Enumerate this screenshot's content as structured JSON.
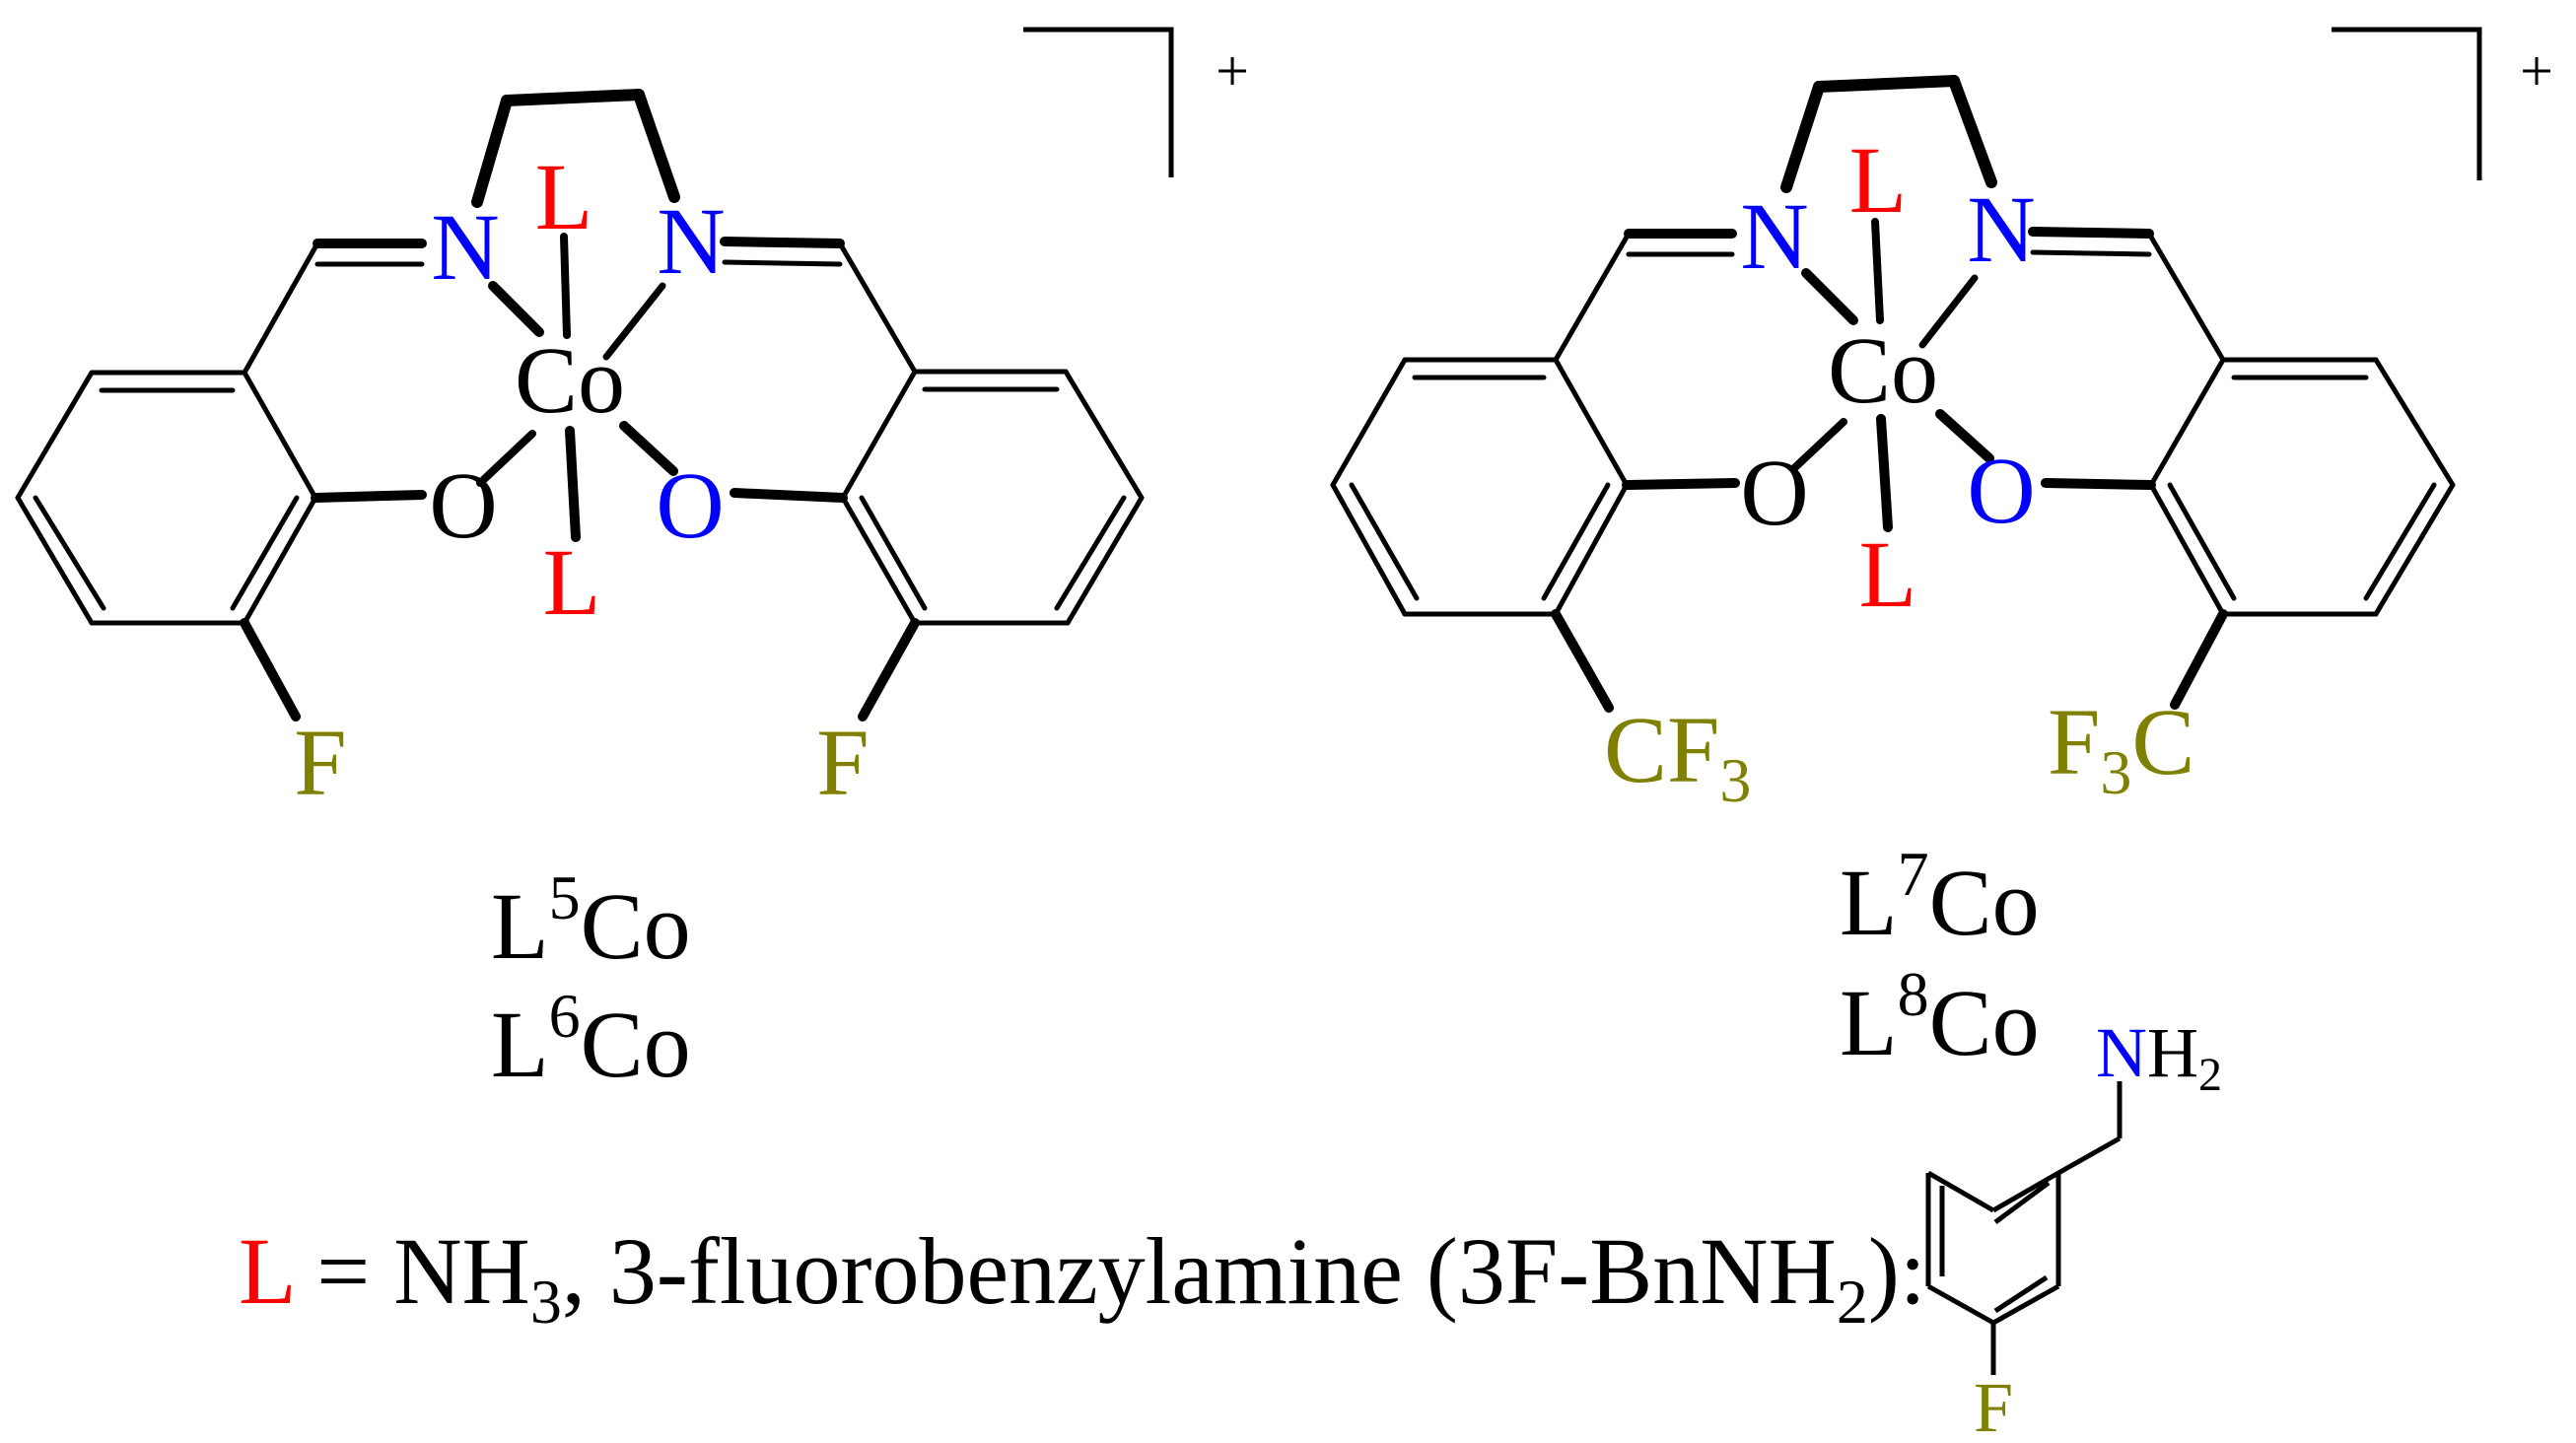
{
  "colors": {
    "bond": "#000000",
    "nitrogen": "#0000ff",
    "oxygen_donor": "#0000ff",
    "ligand_L": "#ff0000",
    "fluorine": "#808000",
    "text": "#000000"
  },
  "complex_left": {
    "metal": "Co",
    "axial_top": "L",
    "axial_bottom": "L",
    "n_left": "N",
    "n_right": "N",
    "o_left": "O",
    "o_right": "O",
    "sub_left": "F",
    "sub_right": "F",
    "charge": "+",
    "labels": [
      {
        "base": "L",
        "sup": "5",
        "tail": "Co"
      },
      {
        "base": "L",
        "sup": "6",
        "tail": "Co"
      }
    ]
  },
  "complex_right": {
    "metal": "Co",
    "axial_top": "L",
    "axial_bottom": "L",
    "n_left": "N",
    "n_right": "N",
    "o_left": "O",
    "o_right": "O",
    "sub_left": {
      "a": "CF",
      "b": "3",
      "c": ""
    },
    "sub_right": {
      "a": "F",
      "b": "3",
      "c": "C"
    },
    "charge": "+",
    "labels": [
      {
        "base": "L",
        "sup": "7",
        "tail": "Co"
      },
      {
        "base": "L",
        "sup": "8",
        "tail": "Co"
      }
    ]
  },
  "legend": {
    "symbol": "L",
    "eq": " = NH",
    "sub1": "3",
    "mid": ", 3-fluorobenzylamine (3F-BnNH",
    "sub2": "2",
    "end": "):"
  },
  "amine": {
    "n": "N",
    "h": "H",
    "h_count": "2",
    "f": "F"
  }
}
